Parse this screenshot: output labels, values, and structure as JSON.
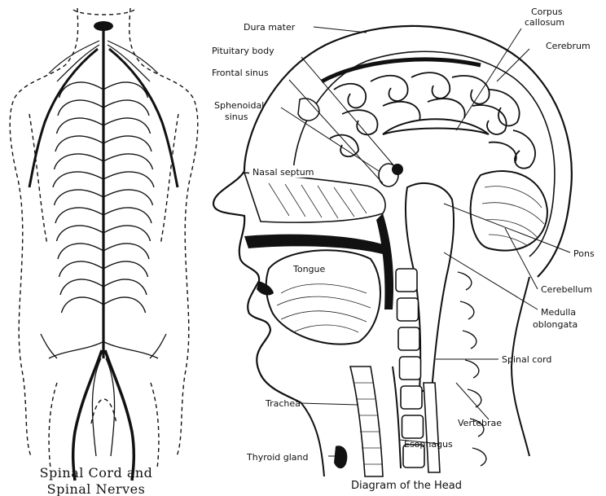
{
  "left_figure": {
    "caption_line1": "Spinal Cord and",
    "caption_line2": "Spinal Nerves"
  },
  "right_figure": {
    "caption": "Diagram of the Head",
    "labels": {
      "dura_mater": "Dura mater",
      "corpus_callosum_1": "Corpus",
      "corpus_callosum_2": "callosum",
      "cerebrum": "Cerebrum",
      "pituitary_body": "Pituitary body",
      "frontal_sinus": "Frontal sinus",
      "sphenoidal_1": "Sphenoidal",
      "sphenoidal_2": "sinus",
      "nasal_septum": "Nasal septum",
      "tongue": "Tongue",
      "pons": "Pons",
      "cerebellum": "Cerebellum",
      "medulla_1": "Medulla",
      "medulla_2": "oblongata",
      "spinal_cord": "Spinal cord",
      "trachea": "Trachea",
      "vertebrae": "Vertebrae",
      "esophagus": "Esophagus",
      "thyroid_gland": "Thyroid gland"
    }
  }
}
